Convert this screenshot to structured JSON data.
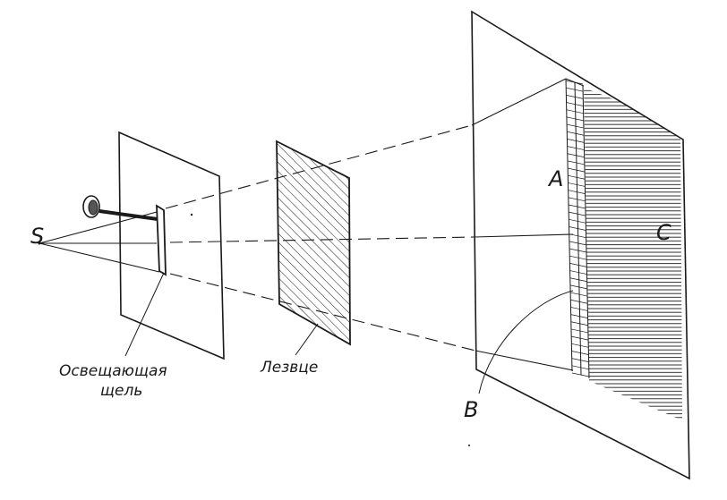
{
  "labels": {
    "source": "S",
    "point_a": "A",
    "point_b": "B",
    "point_c": "C",
    "slit_line1": "Освещающая",
    "slit_line2": "щель",
    "blade": "Лезвце"
  }
}
